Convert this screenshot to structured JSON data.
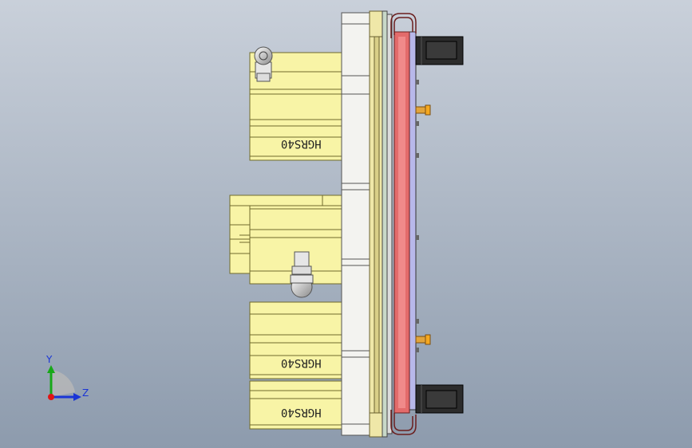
{
  "labels": {
    "block_top": "HGRS40",
    "block_mid": "HGRS40",
    "block_bot": "HGRS40"
  },
  "triad": {
    "y_label": "Y",
    "z_label": "Z"
  },
  "colors": {
    "background_top": "#c7ced8",
    "background_bottom": "#8e9cae",
    "cylinder_body": "#f8f4a6",
    "cylinder_edge": "#6f6a2c",
    "plate": "#f1f1ee",
    "red_strip": "#e36b6b",
    "blue_plate": "#b8b8ea",
    "black_clamp": "#2c2c2c",
    "orange_pin": "#f5a81f",
    "axis_y": "#18a818",
    "axis_z": "#1a35d6",
    "axis_x": "#e01515"
  }
}
